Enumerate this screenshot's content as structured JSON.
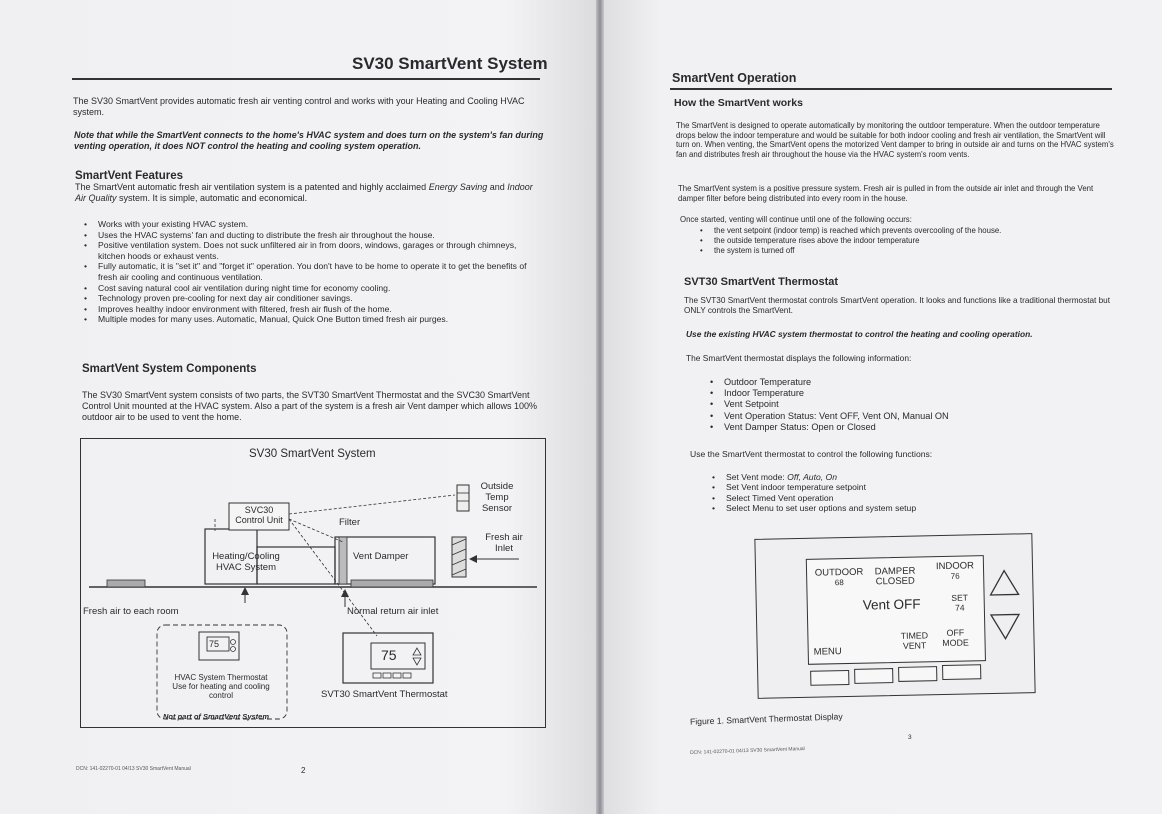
{
  "left": {
    "title": "SV30 SmartVent System",
    "intro": "The SV30 SmartVent provides automatic fresh air venting control and works with your Heating and Cooling HVAC system.",
    "note": "Note that while the SmartVent connects to the home's HVAC system and does turn on the system's fan during venting operation, it does NOT control the heating and cooling system operation.",
    "features_heading": "SmartVent Features",
    "features_text_a": "The SmartVent automatic fresh air ventilation system is a patented and highly acclaimed ",
    "features_text_em1": "Energy Saving",
    "features_text_b": " and ",
    "features_text_em2": "Indoor Air Quality",
    "features_text_c": " system.  It is simple, automatic and economical.",
    "features_list": [
      "Works with your existing HVAC system.",
      "Uses the HVAC systems' fan and ducting to distribute the fresh air throughout the house.",
      "Positive ventilation system.  Does not suck unfiltered air in from doors, windows, garages or through chimneys, kitchen hoods or exhaust vents.",
      "Fully automatic, it is \"set it\" and \"forget it\" operation.  You don't have to be home to operate it to get the benefits of fresh air cooling and continuous ventilation.",
      "Cost saving natural cool air ventilation during night time for economy cooling.",
      "Technology proven pre-cooling for next day air conditioner savings.",
      "Improves healthy indoor environment with filtered, fresh air flush of the home.",
      "Multiple modes for many uses.  Automatic, Manual, Quick One Button timed fresh air purges."
    ],
    "components_heading": "SmartVent System Components",
    "components_text": "The SV30 SmartVent system consists of two parts, the SVT30 SmartVent Thermostat and the SVC30 SmartVent Control Unit mounted at the HVAC system.  Also a part of the system is a fresh air Vent damper which allows 100% outdoor air to be used to vent the home.",
    "diagram": {
      "title": "SV30 SmartVent System",
      "svc_line1": "SVC30",
      "svc_line2": "Control Unit",
      "filter": "Filter",
      "outside_line1": "Outside",
      "outside_line2": "Temp",
      "outside_line3": "Sensor",
      "fresh_inlet_line1": "Fresh air",
      "fresh_inlet_line2": "Inlet",
      "hvac_line1": "Heating/Cooling",
      "hvac_line2": "HVAC System",
      "vent_damper": "Vent Damper",
      "fresh_each_room": "Fresh air to each room",
      "return_inlet": "Normal return air inlet",
      "hvac_thermo_value": "75",
      "hvac_thermo_line1": "HVAC System Thermostat",
      "hvac_thermo_line2": "Use for heating and cooling",
      "hvac_thermo_line3": "control",
      "not_part": "Not part of SmartVent System",
      "svt_value": "75",
      "svt_label": "SVT30 SmartVent Thermostat"
    },
    "footer": "DCN: 141-02270-01  04/13  SV30 SmartVent Manual",
    "page_number": "2"
  },
  "right": {
    "heading": "SmartVent Operation",
    "how_heading": "How the SmartVent works",
    "how_text": "The SmartVent is designed to operate automatically by monitoring the outdoor temperature.  When the outdoor temperature drops below the indoor temperature and would be suitable for both indoor cooling and fresh air ventilation, the SmartVent will turn on.  When venting, the SmartVent opens the motorized Vent damper to bring in outside air and turns on the HVAC system's fan and distributes fresh air throughout the house via the HVAC system's room vents.",
    "pressure_text": "The SmartVent system is a positive pressure system.  Fresh air is pulled in from the outside air inlet and through the Vent damper filter before being distributed into every room in the house.",
    "once_text": "Once started, venting will continue until one of the following occurs:",
    "once_list": [
      "the vent setpoint (indoor temp) is reached which prevents overcooling of the house.",
      "the outside temperature rises above the indoor temperature",
      "the system is turned off"
    ],
    "svt_heading": "SVT30 SmartVent Thermostat",
    "svt_text": "The SVT30 SmartVent thermostat controls SmartVent operation.  It looks and functions like a traditional thermostat but ONLY controls the SmartVent.",
    "svt_note": "Use the existing HVAC system thermostat to control the heating and cooling operation.",
    "displays_text": "The SmartVent thermostat displays the following information:",
    "displays_list": [
      "Outdoor Temperature",
      "Indoor Temperature",
      "Vent Setpoint",
      "Vent Operation Status:  Vent OFF, Vent ON, Manual ON",
      "Vent Damper Status:  Open or Closed"
    ],
    "functions_text": "Use the SmartVent thermostat to control the following functions:",
    "functions_list_0a": "Set Vent mode:  ",
    "functions_list_0b": "Off, Auto, On",
    "functions_list": [
      "Set Vent indoor temperature setpoint",
      "Select Timed Vent operation",
      "Select Menu to set user options and system setup"
    ],
    "display": {
      "outdoor_label": "OUTDOOR",
      "outdoor_value": "68",
      "damper_label": "DAMPER",
      "damper_value": "CLOSED",
      "indoor_label": "INDOOR",
      "indoor_value": "76",
      "status": "Vent OFF",
      "set_label": "SET",
      "set_value": "74",
      "timed_line1": "TIMED",
      "timed_line2": "VENT",
      "off_line1": "OFF",
      "off_line2": "MODE",
      "menu": "MENU"
    },
    "caption": "Figure 1.  SmartVent Thermostat Display",
    "page_number": "3",
    "footer": "DCN: 141-02270-01  04/13  SV30 SmartVent Manual"
  },
  "colors": {
    "paper": "#f2f2f4",
    "ink": "#2a2a2e",
    "background": "#5a5a5e"
  }
}
